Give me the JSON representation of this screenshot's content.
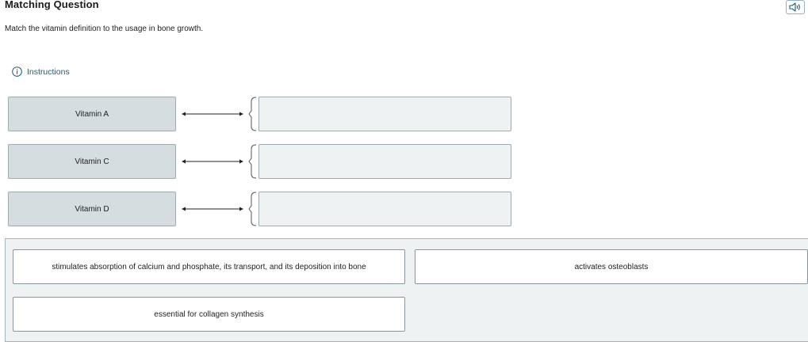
{
  "header": {
    "title": "Matching Question",
    "audio_icon": "speaker-icon"
  },
  "prompt": "Match the vitamin definition to the usage in bone growth.",
  "instructions": {
    "icon": "info-icon",
    "label": "Instructions"
  },
  "colors": {
    "accent": "#1a5d7a",
    "prompt_box_bg": "#d5dde0",
    "drop_target_bg": "#eef2f2",
    "border": "#9eaab0"
  },
  "pairs": [
    {
      "prompt": "Vitamin A",
      "answer": ""
    },
    {
      "prompt": "Vitamin C",
      "answer": ""
    },
    {
      "prompt": "Vitamin D",
      "answer": ""
    }
  ],
  "choices": [
    "stimulates absorption of calcium and phosphate, its transport, and its deposition into bone",
    "activates osteoblasts",
    "essential for collagen synthesis"
  ]
}
